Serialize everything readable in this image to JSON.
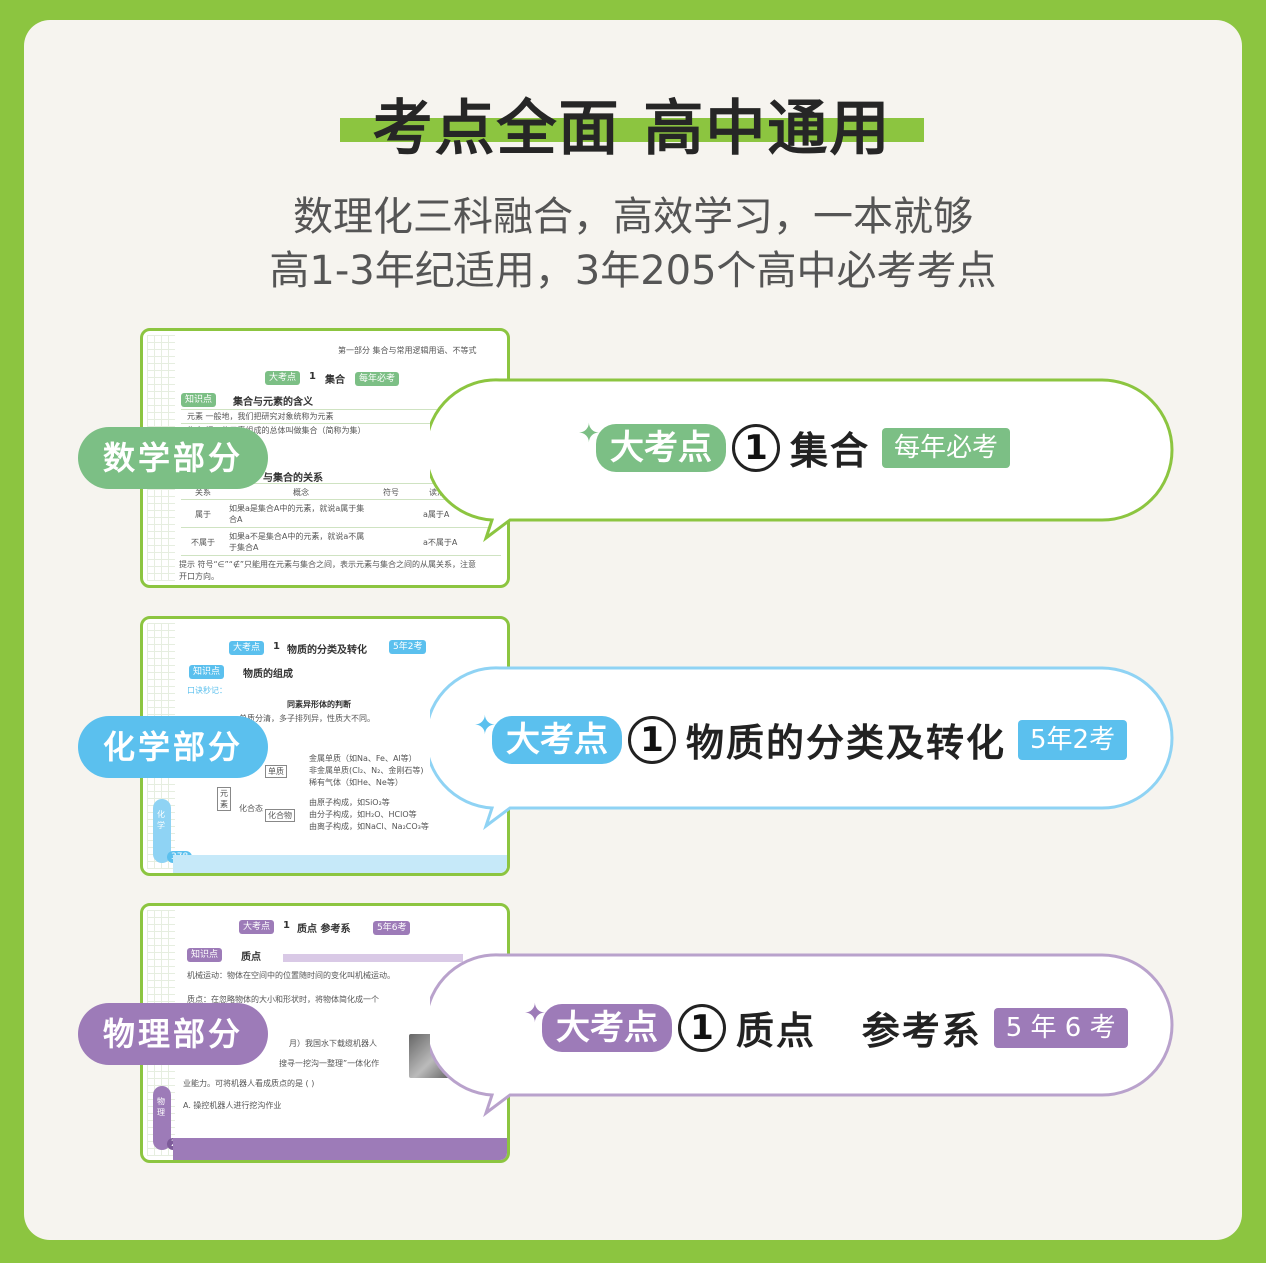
{
  "header": {
    "title": "考点全面 高中通用",
    "subtitle_line1": "数理化三科融合，高效学习，一本就够",
    "subtitle_line2": "高1-3年纪适用，3年205个高中必考考点"
  },
  "sections": [
    {
      "label": "数学部分",
      "color": "#7cbf85",
      "bubble": {
        "prefix": "大考点",
        "number": "1",
        "title": "集合",
        "badge": "每年必考"
      },
      "page": {
        "running_head": "第一部分 集合与常用逻辑用语、不等式",
        "heading": "集合",
        "heading_badge": "每年必考",
        "knowledge_tag": "知识点",
        "knowledge_title": "集合与元素的含义",
        "rows": [
          "元素  一般地，我们把研究对象统称为元素",
          "集合  把一些元素组成的总体叫做集合（简称为集）"
        ],
        "sub_title": "与集合的关系",
        "table_head": [
          "关系",
          "概念",
          "符号",
          "读法"
        ],
        "table_rows": [
          [
            "属于",
            "如果a是集合A中的元素，就说a属于集合A",
            "a属于A"
          ],
          [
            "不属于",
            "如果a不是集合A中的元素，就说a不属于集合A",
            "a不属于A"
          ]
        ],
        "hint": "提示  符号“∈”“∉”只能用在元素与集合之间，表示元素与集合之间的从属关系，注意开口方向。"
      }
    },
    {
      "label": "化学部分",
      "color": "#5bc0ee",
      "bubble": {
        "prefix": "大考点",
        "number": "1",
        "title": "物质的分类及转化",
        "badge": "5年2考"
      },
      "page": {
        "heading": "物质的分类及转化",
        "heading_badge": "5年2考",
        "knowledge_tag": "知识点",
        "knowledge_title": "物质的组成",
        "memo": "口诀秒记：",
        "line1": "同素异形体的判断",
        "line2": "单质分清，多子排列异，性质大不同。",
        "tree": [
          "金属单质（如Na、Fe、Al等）",
          "非金属单质(Cl₂、N₂、金刚石等)",
          "稀有气体（如He、Ne等）",
          "由原子构成，如SiO₂等",
          "由分子构成，如H₂O、HClO等",
          "由离子构成，如NaCl、Na₂CO₃等"
        ],
        "node_element": "元素",
        "node_single": "单质",
        "node_compound_state": "化合态",
        "node_compound": "化合物",
        "side": "化学",
        "page_number": "378"
      }
    },
    {
      "label": "物理部分",
      "color": "#9d7bb8",
      "bubble": {
        "prefix": "大考点",
        "number": "1",
        "title": "质点   参考系",
        "badge": "5 年 6 考"
      },
      "page": {
        "heading": "质点  参考系",
        "heading_badge": "5年6考",
        "knowledge_tag": "知识点",
        "knowledge_title": "质点",
        "item1": "机械运动：物体在空间中的位置随时间的变化叫机械运动。",
        "item2": "质点：在忽略物体的大小和形状时，将物体简化成一个",
        "q1": "月）我国水下载缆机器人",
        "q2": "搜寻一挖沟一整理”一体化作",
        "q3": "业能力。可将机器人看成质点的是    (    )",
        "q4": "A. 操控机器人进行挖沟作业",
        "side": "物理",
        "page_number": "202"
      }
    }
  ]
}
